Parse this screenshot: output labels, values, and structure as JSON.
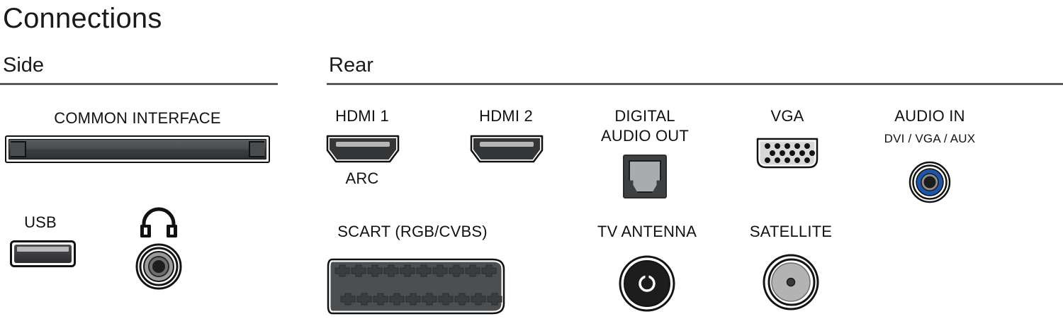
{
  "page": {
    "title": "Connections",
    "background": "#ffffff",
    "text_color": "#1a1a1a"
  },
  "colors": {
    "rule": "#5a5a5a",
    "port_dark": "#2f3133",
    "port_mid": "#4a4d50",
    "port_light": "#b9b9b9",
    "audio_in_blue": "#1f55a8",
    "satellite_gray": "#b3b3b3",
    "antenna_black": "#1d1d1d",
    "outline": "#111111"
  },
  "sections": {
    "side": {
      "heading": "Side",
      "ports": [
        {
          "id": "common-interface",
          "label": "COMMON INTERFACE",
          "sublabel": "",
          "icon": "ci-slot-icon"
        },
        {
          "id": "usb",
          "label": "USB",
          "sublabel": "",
          "icon": "usb-port-icon"
        },
        {
          "id": "headphone",
          "label": "",
          "sublabel": "",
          "icon": "headphone-icon"
        }
      ]
    },
    "rear": {
      "heading": "Rear",
      "ports": [
        {
          "id": "hdmi-1",
          "label": "HDMI 1",
          "sublabel": "ARC",
          "icon": "hdmi-port-icon"
        },
        {
          "id": "hdmi-2",
          "label": "HDMI 2",
          "sublabel": "",
          "icon": "hdmi-port-icon"
        },
        {
          "id": "digital-audio-out",
          "label_line1": "DIGITAL",
          "label_line2": "AUDIO OUT",
          "icon": "optical-toslink-icon"
        },
        {
          "id": "vga",
          "label": "VGA",
          "sublabel": "",
          "icon": "vga-port-icon"
        },
        {
          "id": "audio-in",
          "label": "AUDIO IN",
          "sublabel": "DVI / VGA / AUX",
          "icon": "audio-jack-blue-icon"
        },
        {
          "id": "scart",
          "label": "SCART",
          "sublabel": "(RGB/CVBS)",
          "icon": "scart-port-icon"
        },
        {
          "id": "tv-antenna",
          "label": "TV ANTENNA",
          "sublabel": "",
          "icon": "coax-antenna-icon"
        },
        {
          "id": "satellite",
          "label": "SATELLITE",
          "sublabel": "",
          "icon": "coax-satellite-icon"
        }
      ]
    }
  },
  "labels": {
    "common_interface": "COMMON INTERFACE",
    "usb": "USB",
    "hdmi_1": "HDMI 1",
    "hdmi_1_sub": "ARC",
    "hdmi_2": "HDMI 2",
    "digital_l1": "DIGITAL",
    "digital_l2": "AUDIO OUT",
    "vga": "VGA",
    "audio_in": "AUDIO IN",
    "audio_in_sub": "DVI / VGA / AUX",
    "scart": "SCART",
    "scart_sub": "(RGB/CVBS)",
    "tv_antenna": "TV ANTENNA",
    "satellite": "SATELLITE"
  },
  "scart_spec": {
    "pin_rows": 2,
    "pins_per_row": 10,
    "pin_shape": "cross"
  },
  "vga_spec": {
    "pin_rows": 3,
    "pins_per_row": 5,
    "total_pins": 15
  }
}
